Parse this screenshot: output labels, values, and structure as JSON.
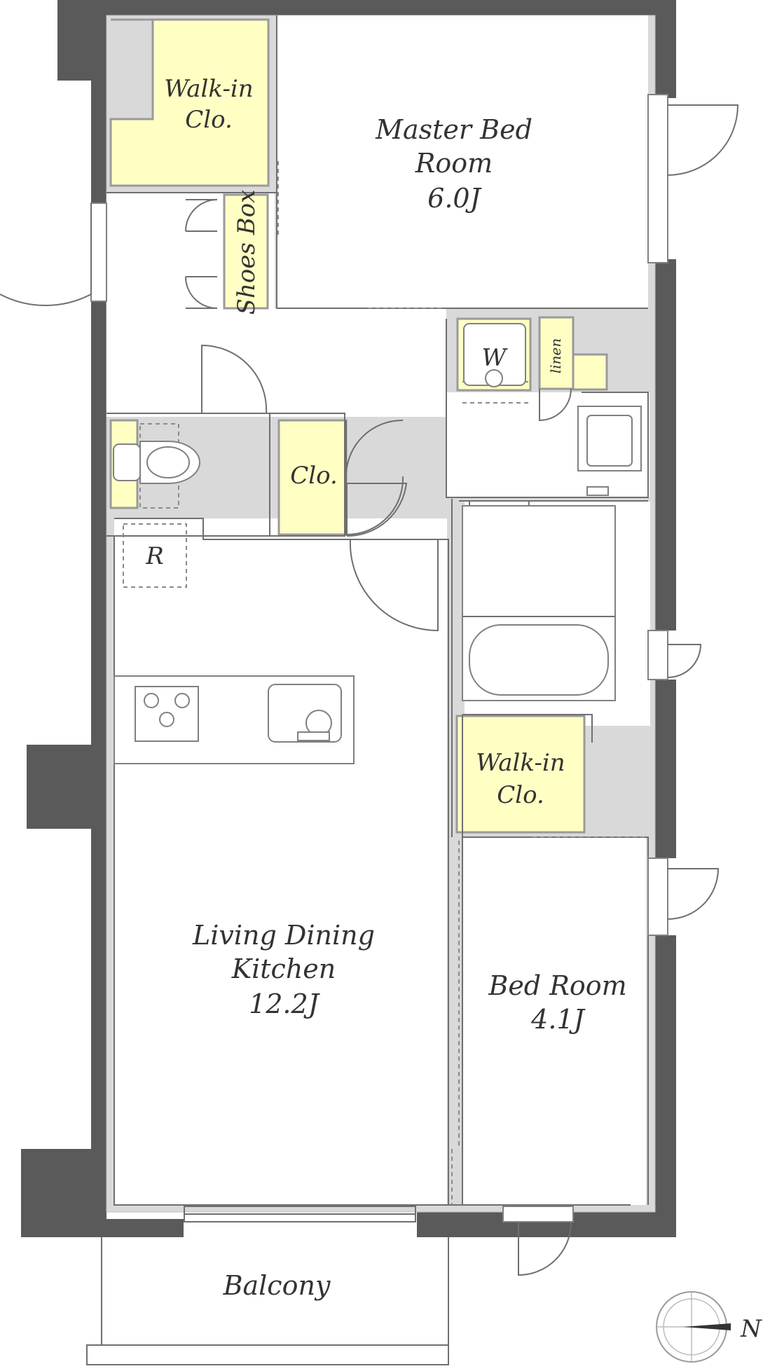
{
  "rooms": {
    "master_bed_line1": "Master Bed",
    "master_bed_line2": "Room",
    "master_bed_size": "6.0J",
    "walkin_top_line1": "Walk-in",
    "walkin_top_line2": "Clo.",
    "shoes_box": "Shoes Box",
    "washer": "W",
    "linen": "linen",
    "closet": "Clo.",
    "fridge": "R",
    "walkin_mid_line1": "Walk-in",
    "walkin_mid_line2": "Clo.",
    "ldk_line1": "Living Dining",
    "ldk_line2": "Kitchen",
    "ldk_size": "12.2J",
    "bed_line1": "Bed Room",
    "bed_size": "4.1J",
    "balcony": "Balcony"
  },
  "compass": {
    "north_letter": "N"
  },
  "colors": {
    "wall": "#5a5a5a",
    "inner_wall": "#d9d9d9",
    "closet_fill": "#ffffc4",
    "line": "#6f6f6f",
    "text": "#333333"
  }
}
